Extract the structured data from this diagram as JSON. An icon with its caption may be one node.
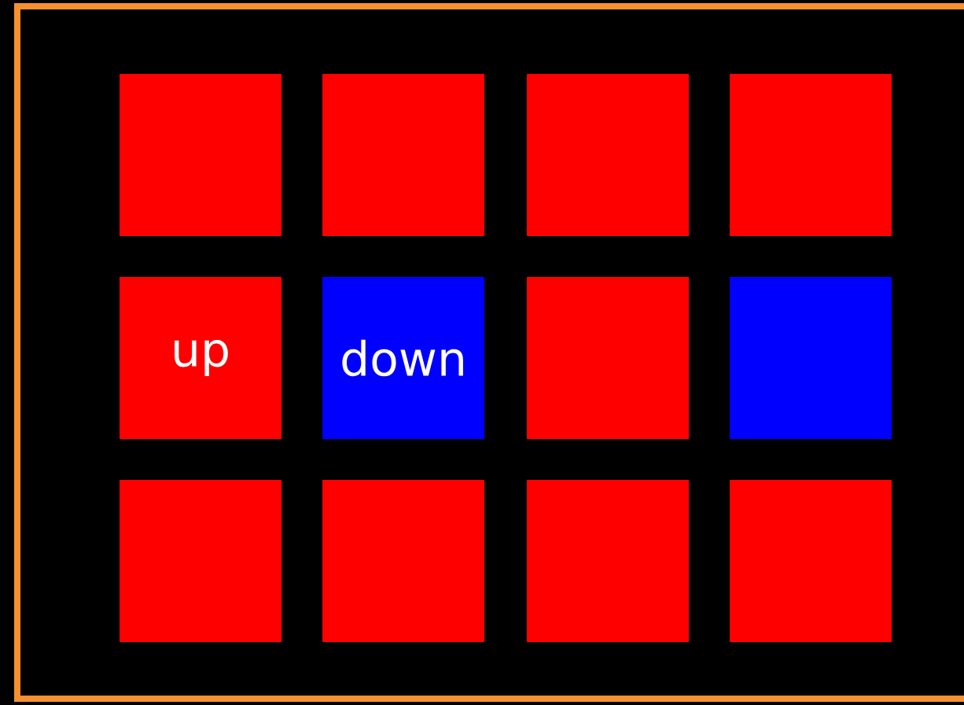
{
  "diagram": {
    "nodes": [
      {
        "text": [],
        "shape": "box"
      },
      {
        "text": [],
        "shape": "box"
      },
      {
        "text": [],
        "shape": "box"
      },
      {
        "text": [],
        "shape": "box"
      },
      {
        "text": [
          "up"
        ]
      },
      {
        "text": [
          "down"
        ]
      },
      {
        "text": [],
        "shape": "box"
      },
      {
        "text": [],
        "shape": "box"
      },
      {
        "text": [],
        "shape": "box"
      },
      {
        "text": [],
        "shape": "box"
      },
      {
        "text": [],
        "shape": "box"
      },
      {
        "text": [],
        "shape": "box"
      }
    ]
  }
}
